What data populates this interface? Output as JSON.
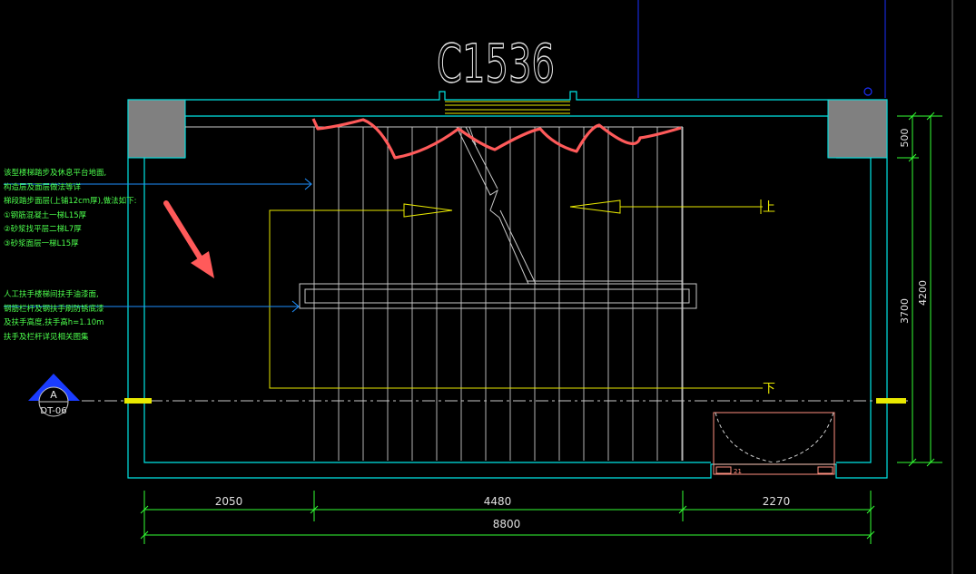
{
  "drawing_title": "C1536",
  "notes_group_1": [
    "该型楼梯踏步及休息平台地面,",
    "构造层及面层做法等详",
    "梯段踏步面层(上铺12cm厚),做法如下:",
    "①钢筋混凝土一梯L15厚",
    "②砂浆找平层二梯L7厚",
    "③砂浆面层一梯L15厚"
  ],
  "notes_group_2": [
    "人工扶手楼梯间扶手油漆面,",
    "钢筋栏杆及钢扶手刷防锈底漆",
    "及扶手高度,扶手高h=1.10m",
    "扶手及栏杆详见相关图集"
  ],
  "stair_labels": {
    "up": "上",
    "down": "下"
  },
  "dimensions": {
    "horizontal": [
      "2050",
      "4480",
      "2270"
    ],
    "horizontal_total": "8800",
    "vertical": [
      "500",
      "3700"
    ],
    "vertical_total": "4200"
  },
  "section_marker": {
    "letter": "A",
    "sheet": "DT-06"
  },
  "door_tag": "21",
  "colors": {
    "background": "#000000",
    "wall": "#00e5e5",
    "treads": "#c8c8c8",
    "arrows": "#e8e800",
    "dimensions": "#33ff33",
    "leaders": "#1e90ff",
    "markup": "#ff5555",
    "column_fill": "#808080",
    "door": "#ff9080",
    "marker": "#1a3cff"
  }
}
